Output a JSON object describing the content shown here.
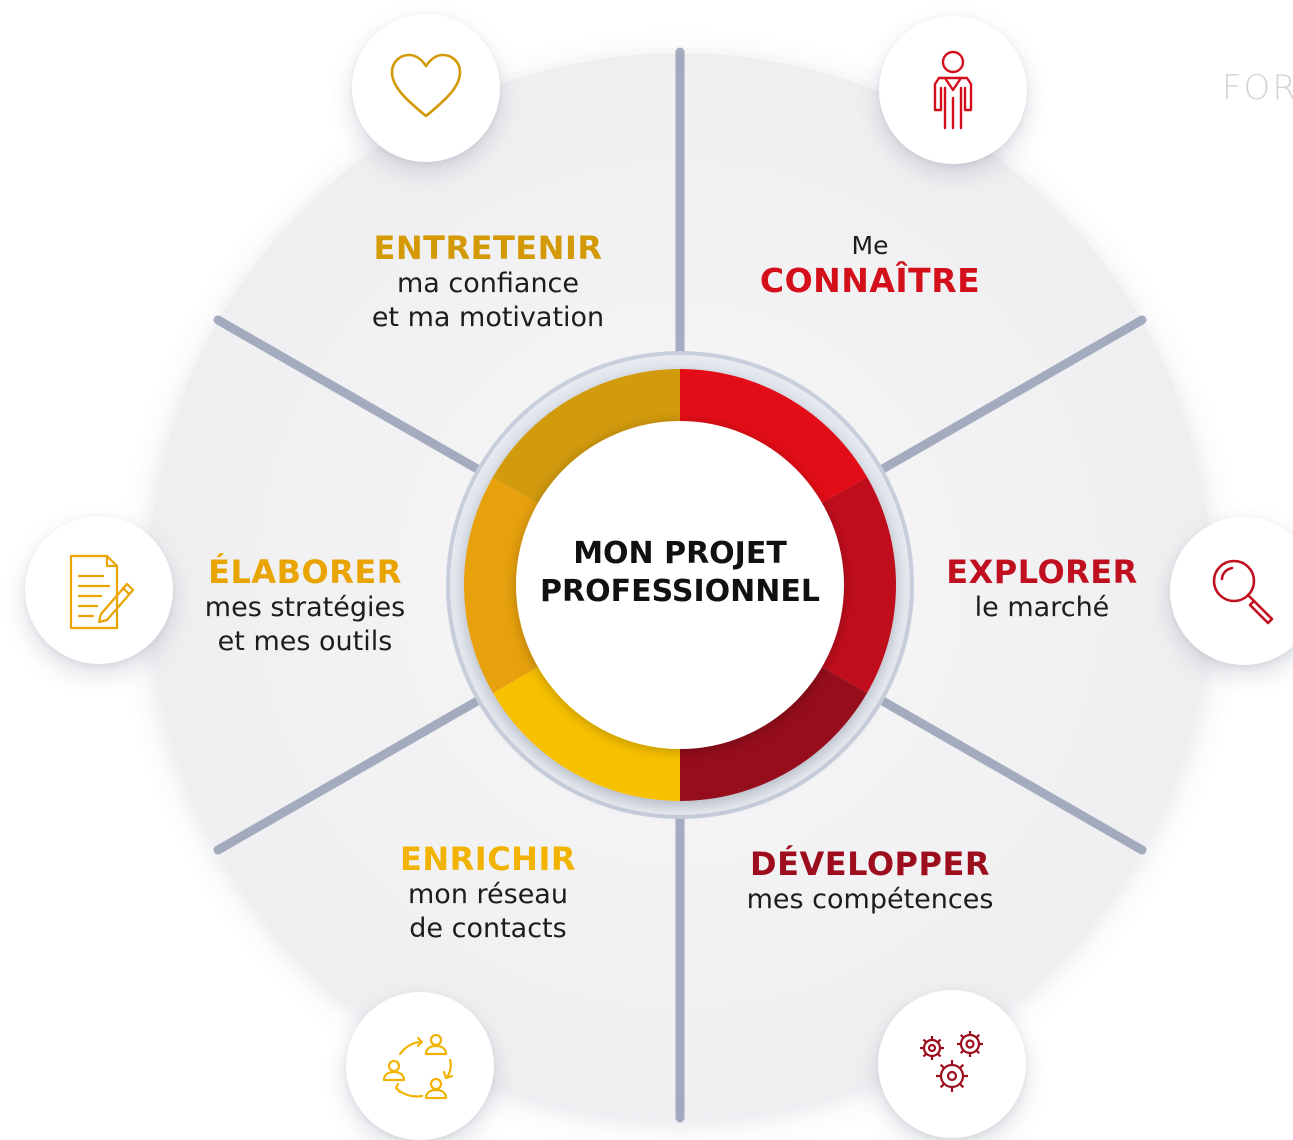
{
  "header": {
    "corner_text": "FOR"
  },
  "center": {
    "line1": "MON PROJET",
    "line2": "PROFESSIONNEL"
  },
  "segments": [
    {
      "id": "connaitre",
      "pre": "Me",
      "title": "CONNAÎTRE",
      "color": "#d40f1c",
      "icon": "person-icon"
    },
    {
      "id": "explorer",
      "title": "EXPLORER",
      "sub": "le marché",
      "color": "#c0101f",
      "icon": "magnifier-icon"
    },
    {
      "id": "developper",
      "title": "DÉVELOPPER",
      "sub": "mes compétences",
      "color": "#9c0e1e",
      "icon": "gears-icon"
    },
    {
      "id": "enrichir",
      "title": "ENRICHIR",
      "sub1": "mon réseau",
      "sub2": "de contacts",
      "color": "#f2b300",
      "icon": "network-icon"
    },
    {
      "id": "elaborer",
      "title": "ÉLABORER",
      "sub1": "mes stratégies",
      "sub2": "et mes outils",
      "color": "#e9a400",
      "icon": "document-pen-icon"
    },
    {
      "id": "entretenir",
      "title": "ENTRETENIR",
      "sub1": "ma confiance",
      "sub2": "et ma motivation",
      "color": "#d39a06",
      "icon": "heart-icon"
    }
  ],
  "colors": {
    "ring_red_top": "#e20d18",
    "ring_red_mid": "#c00d1e",
    "ring_red_bottom": "#960f1e",
    "ring_gold_top": "#d29a0a",
    "ring_gold_mid": "#e7a10a",
    "ring_gold_bottom": "#f8c100",
    "separator": "#8a94ad"
  }
}
